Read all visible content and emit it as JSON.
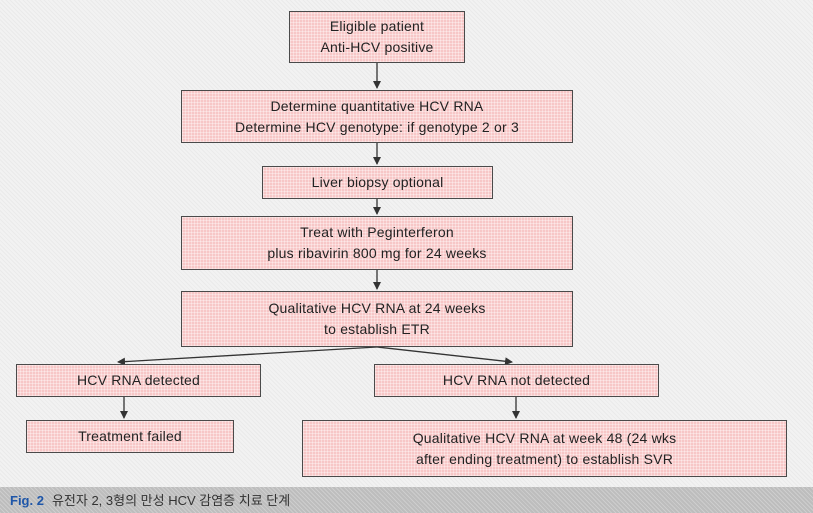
{
  "nodes": {
    "eligible": {
      "line1": "Eligible patient",
      "line2": "Anti-HCV positive"
    },
    "determine": {
      "line1": "Determine quantitative HCV RNA",
      "line2": "Determine HCV genotype: if genotype 2 or 3"
    },
    "biopsy": {
      "line1": "Liver biopsy optional"
    },
    "treat": {
      "line1": "Treat with Peginterferon",
      "line2": "plus ribavirin 800 mg for 24 weeks"
    },
    "qualitative24": {
      "line1": "Qualitative HCV RNA at 24 weeks",
      "line2": "to establish ETR"
    },
    "detected": {
      "line1": "HCV RNA detected"
    },
    "not_detected": {
      "line1": "HCV RNA not detected"
    },
    "failed": {
      "line1": "Treatment failed"
    },
    "qualitative48": {
      "line1": "Qualitative HCV RNA at week 48 (24 wks",
      "line2": "after ending treatment) to establish SVR"
    }
  },
  "caption": {
    "label": "Fig. 2",
    "text": "유전자 2, 3형의 만성 HCV 감염증 치료 단계"
  },
  "colors": {
    "box_fill": "#f7c7c7",
    "box_border": "#4a4a4a",
    "arrow": "#333333",
    "caption_label": "#1f56a8"
  }
}
